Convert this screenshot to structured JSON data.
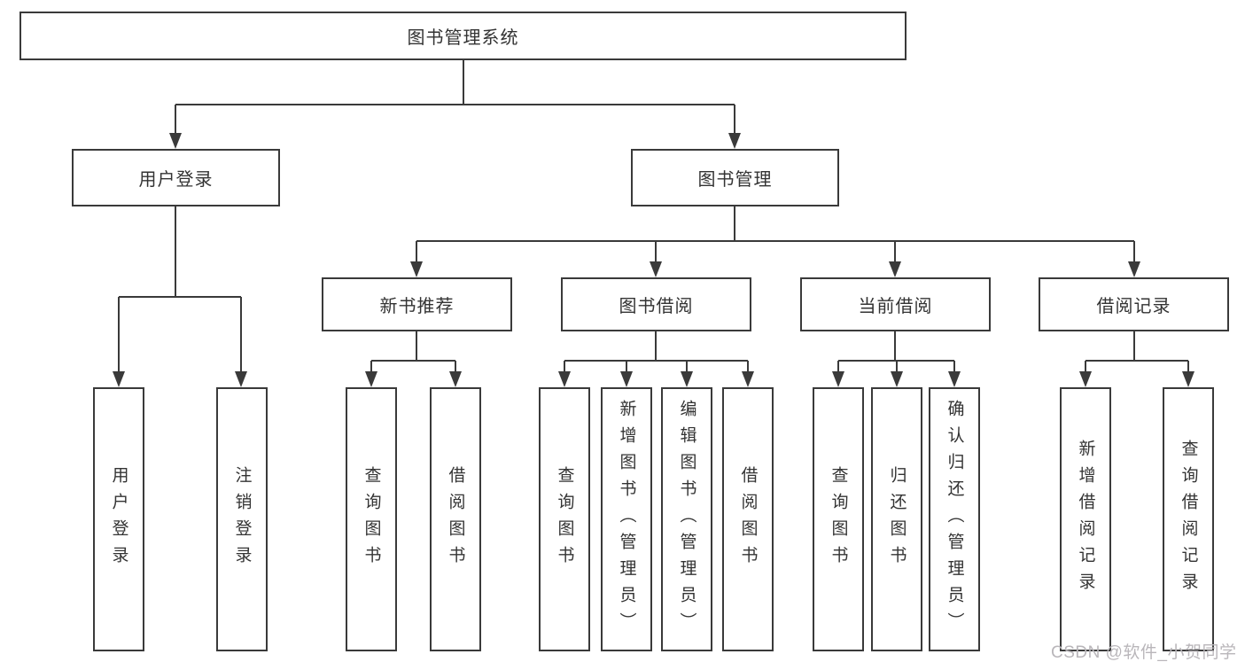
{
  "diagram": {
    "root": {
      "label": "图书管理系统"
    },
    "level2": [
      {
        "id": "user-login",
        "label": "用户登录"
      },
      {
        "id": "book-management",
        "label": "图书管理"
      }
    ],
    "level3": [
      {
        "id": "new-book-recommend",
        "label": "新书推荐"
      },
      {
        "id": "book-borrow",
        "label": "图书借阅"
      },
      {
        "id": "current-borrow",
        "label": "当前借阅"
      },
      {
        "id": "borrow-records",
        "label": "借阅记录"
      }
    ],
    "leaves": [
      {
        "label": "用户登录"
      },
      {
        "label": "注销登录"
      },
      {
        "label": "查询图书"
      },
      {
        "label": "借阅图书"
      },
      {
        "label": "查询图书"
      },
      {
        "label": "新增图书（管理员）"
      },
      {
        "label": "编辑图书（管理员）"
      },
      {
        "label": "借阅图书"
      },
      {
        "label": "查询图书"
      },
      {
        "label": "归还图书"
      },
      {
        "label": "确认归还（管理员）"
      },
      {
        "label": "新增借阅记录"
      },
      {
        "label": "查询借阅记录"
      }
    ]
  },
  "watermark": {
    "text": "CSDN @软件_小贺同学"
  },
  "colors": {
    "line": "#3a3a3a",
    "text": "#333333",
    "background": "#ffffff",
    "watermark": "#b9b6ba"
  }
}
